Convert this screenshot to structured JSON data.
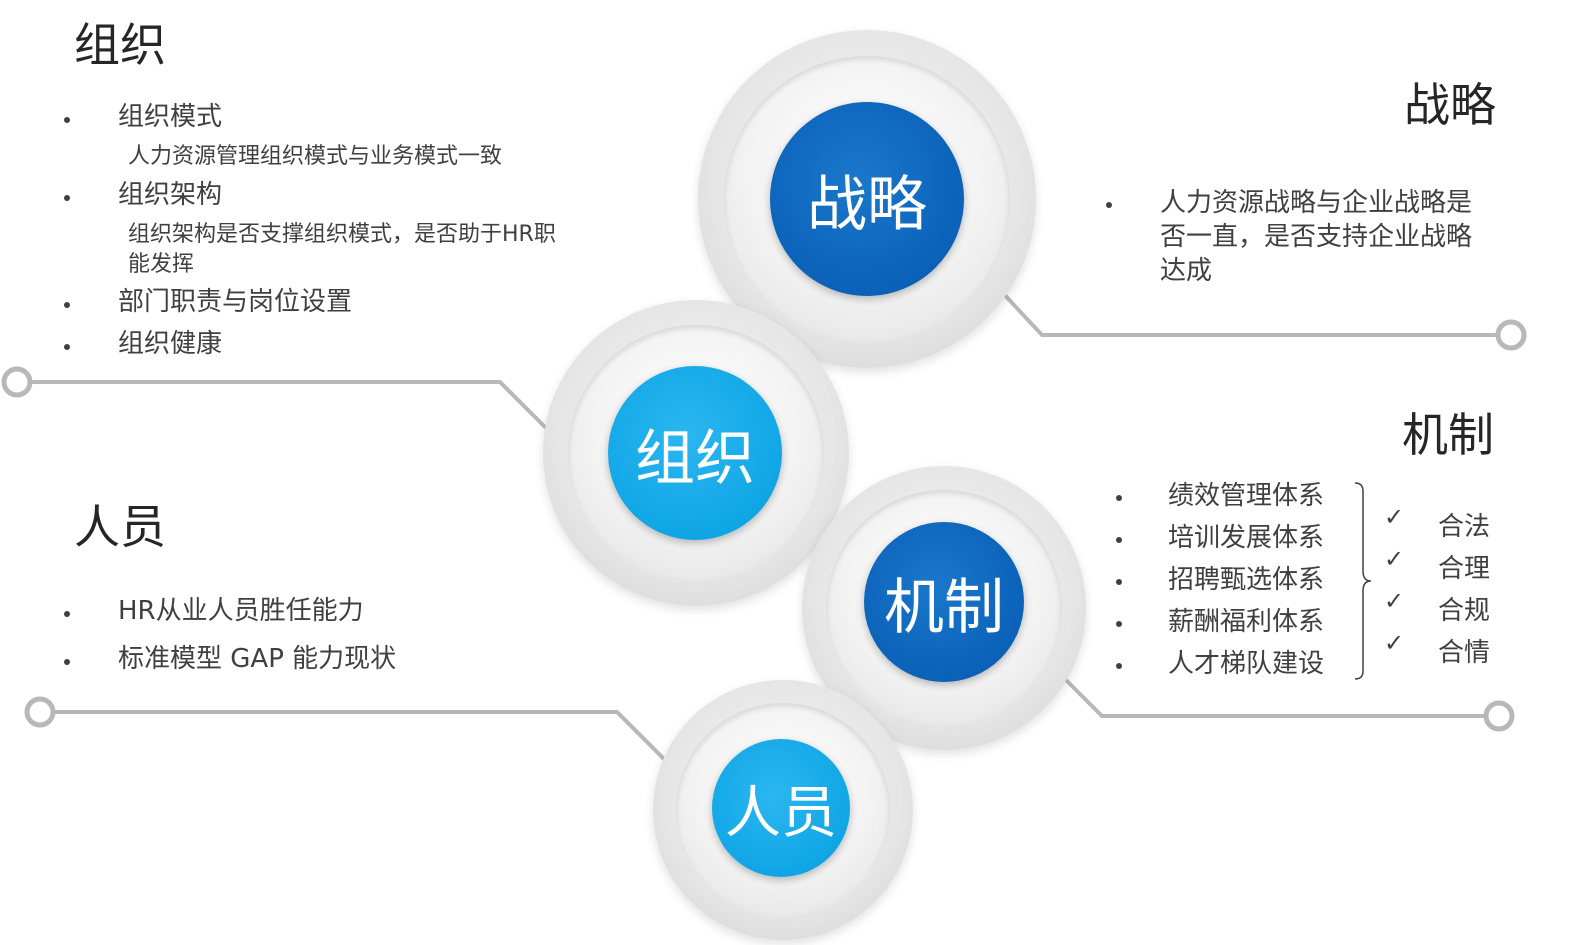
{
  "colors": {
    "dark_blue": "#0b62b8",
    "light_blue": "#10a6e6",
    "ring_gray": "#c8c8c8",
    "line_gray": "#b8b8b8"
  },
  "hubs": {
    "strategy": "战略",
    "organization": "组织",
    "mechanism": "机制",
    "people": "人员"
  },
  "organization_section": {
    "heading": "组织",
    "items": [
      {
        "label": "组织模式",
        "sub": "人力资源管理组织模式与业务模式一致"
      },
      {
        "label": "组织架构",
        "sub_lines": [
          "组织架构是否支撑组织模式，是否助于HR职",
          "能发挥"
        ]
      },
      {
        "label": "部门职责与岗位设置"
      },
      {
        "label": "组织健康"
      }
    ]
  },
  "strategy_section": {
    "heading": "战略",
    "lines": [
      "人力资源战略与企业战略是",
      "否一直，是否支持企业战略",
      "达成"
    ]
  },
  "mechanism_section": {
    "heading": "机制",
    "items": [
      "绩效管理体系",
      "培训发展体系",
      "招聘甄选体系",
      "薪酬福利体系",
      "人才梯队建设"
    ],
    "check_icon": "checkmark-icon",
    "checks": [
      "合法",
      "合理",
      "合规",
      "合情"
    ]
  },
  "people_section": {
    "heading": "人员",
    "items": [
      "HR从业人员胜任能力",
      "标准模型 GAP 能力现状"
    ]
  }
}
